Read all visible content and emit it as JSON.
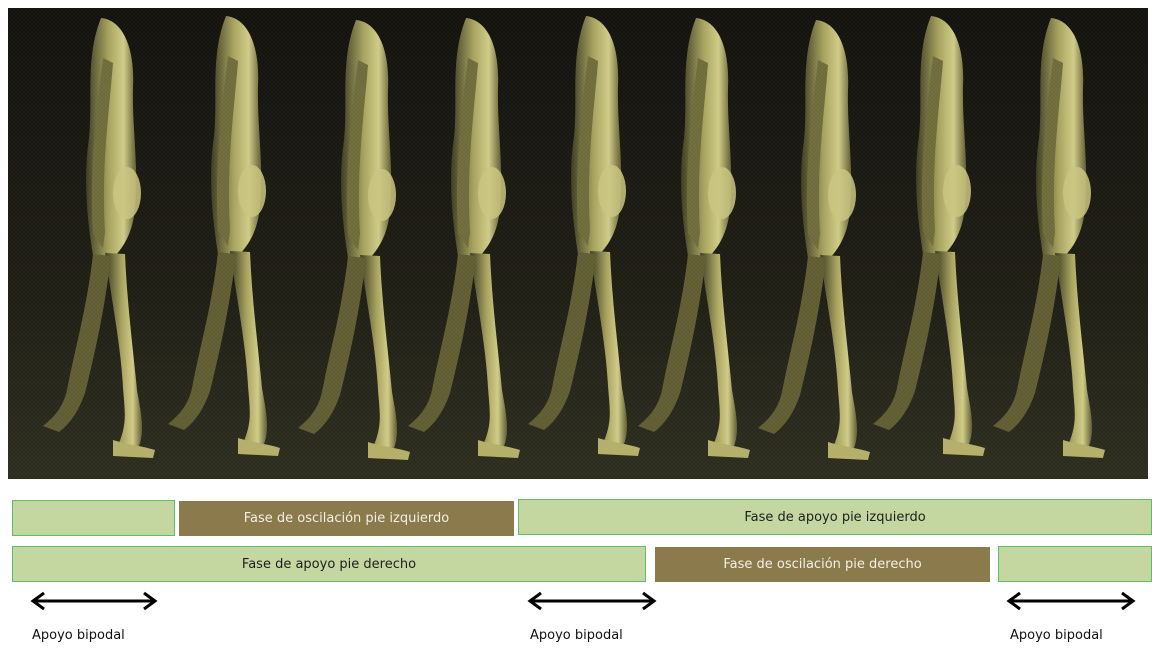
{
  "photo": {
    "description_icon": "walking-figure-sequence"
  },
  "phases": {
    "left_support_start": "",
    "left_swing": "Fase de oscilación pie izquierdo",
    "left_support": "Fase de apoyo pie izquierdo",
    "right_support": "Fase de apoyo pie derecho",
    "right_swing": "Fase de oscilación pie derecho",
    "right_support_end": ""
  },
  "double_support": {
    "label_1": "Apoyo bipodal",
    "label_2": "Apoyo bipodal",
    "label_3": "Apoyo bipodal"
  },
  "colors": {
    "support_fill": "#c5d7a0",
    "support_border": "#5fbf68",
    "swing_fill": "#8a7a4c",
    "swing_text": "#f3f0e4",
    "photo_background": "#15140c",
    "figure_skin": "#b8b468"
  }
}
